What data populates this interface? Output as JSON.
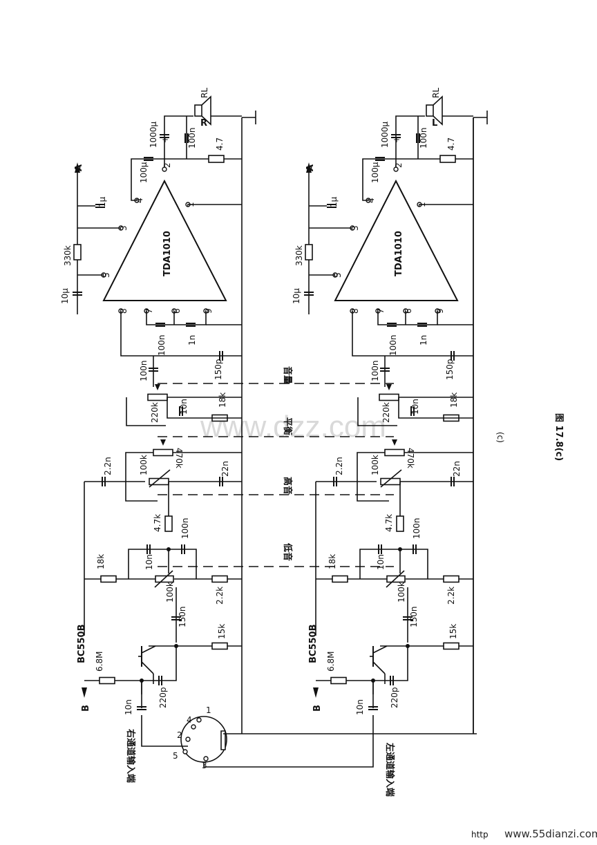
{
  "figure": {
    "sub_label": "(c)",
    "caption": "图 17.8(c)",
    "watermark": "www.dzz.com",
    "footer_url": "www.55dianzi.com",
    "footer_http": "http"
  },
  "ic": {
    "name": "TDA1010",
    "pins": [
      "1",
      "2",
      "3",
      "4",
      "5",
      "6",
      "7",
      "8",
      "9"
    ]
  },
  "rails": {
    "supply": "A",
    "bias": "B"
  },
  "transistor": "BC550B",
  "speakers": {
    "right": "R",
    "left": "L",
    "load": "RL"
  },
  "controls": {
    "volume": "音量",
    "balance": "平衡",
    "treble": "高音",
    "bass": "低音"
  },
  "inputs": {
    "right": "右通道输入端",
    "left": "左通道输入端"
  },
  "connector_pins": [
    "1",
    "2",
    "3",
    "4",
    "5"
  ],
  "components": {
    "c1000u": "1000μ",
    "c100u": "100μ",
    "c100n": "100n",
    "r4_7": "4.7",
    "c1u": "1μ",
    "r330k": "330k",
    "c10u": "10μ",
    "c1n": "1n",
    "c150p": "150p",
    "p220k": "220k",
    "c10n": "10n",
    "r18k": "18k",
    "p470k": "470k",
    "c2_2n": "2.2n",
    "p100k": "100k",
    "c22n": "22n",
    "r4_7k": "4.7k",
    "r2_2k": "2.2k",
    "c150n": "150n",
    "r15k": "15k",
    "r6_8M": "6.8M",
    "c220p": "220p"
  }
}
